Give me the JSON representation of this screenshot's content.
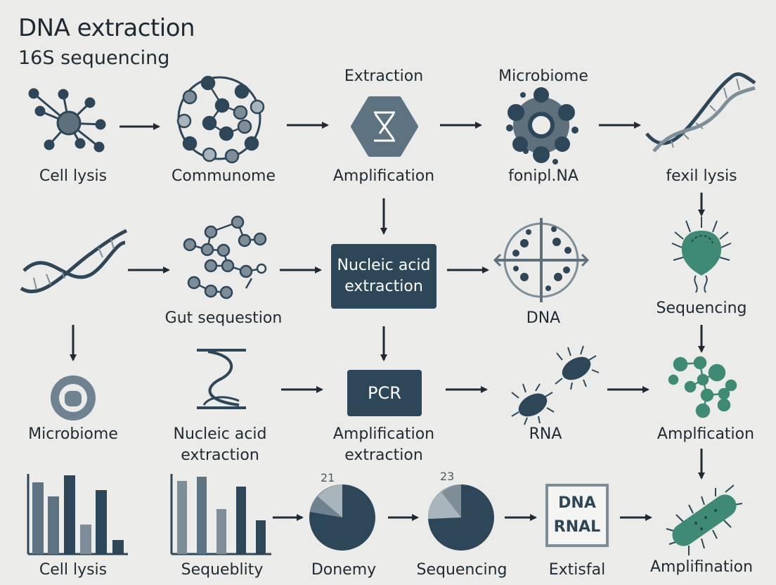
{
  "header": {
    "title": "DNA extraction",
    "subtitle": "16S sequencing"
  },
  "rows": {
    "row1": {
      "labels": [
        "Cell lysis",
        "Communome",
        "Amplification",
        "fonipl.NA",
        "fexil lysis"
      ],
      "top_labels": [
        "Extraction",
        "Microbiome"
      ]
    },
    "row2": {
      "labels": [
        "Gut sequestion",
        "DNA",
        "Sequencing"
      ],
      "box": [
        "Nucleic acid",
        "extraction"
      ]
    },
    "row3": {
      "labels": [
        "Microbiome",
        "RNA",
        "Amplfication"
      ],
      "nucleic_label": [
        "Nucleic acid",
        "extraction"
      ],
      "pcr_box": "PCR",
      "pcr_label": [
        "Amplification",
        "extraction"
      ]
    },
    "row4": {
      "labels": [
        "Cell lysis",
        "Sequeblity",
        "Donemy",
        "Sequencing",
        "Extisfal",
        "Amplifination"
      ],
      "pie_numbers": [
        "21",
        "23"
      ],
      "dna_box": [
        "DNA",
        "RNAL"
      ]
    }
  },
  "colors": {
    "dark": "#2d4759",
    "mid": "#7d8e98",
    "light": "#a9b5bc",
    "teal": "#3e8a74",
    "background": "#ebebe9"
  }
}
